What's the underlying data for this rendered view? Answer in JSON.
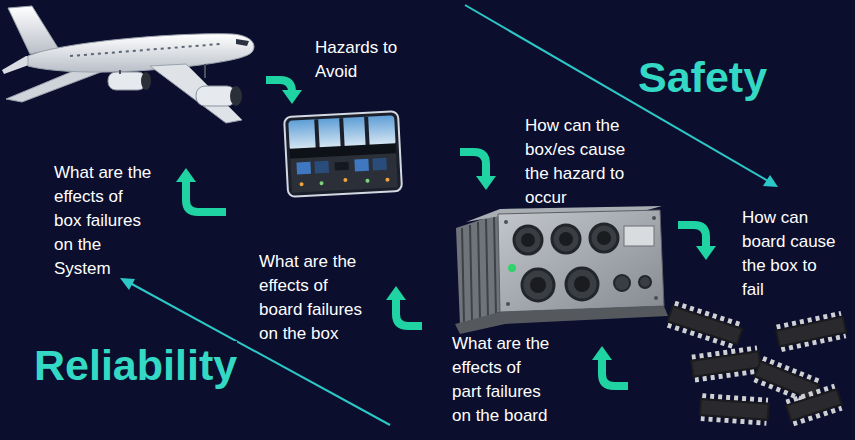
{
  "diagram": {
    "labels": [
      "Hazards to Avoid",
      "Safety",
      "How can the box/es cause the hazard to occur",
      "What are the effects of box failures on the System",
      "How can board cause the box to fail",
      "What are the effects of board failures on the box",
      "What are the effects of part failures on the board",
      "Reliability"
    ]
  }
}
